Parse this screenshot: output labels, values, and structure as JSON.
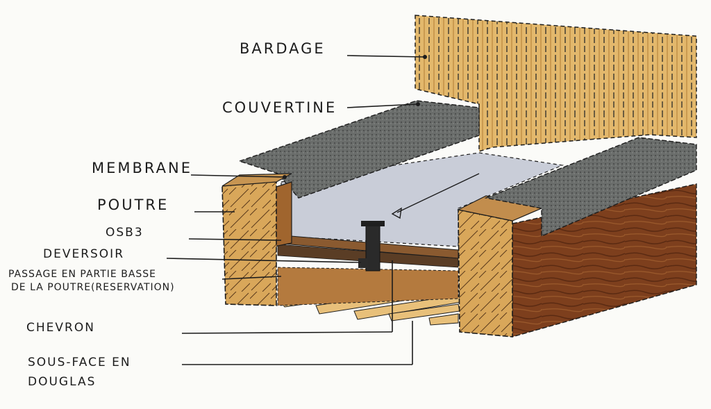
{
  "labels": {
    "bardage": "BARDAGE",
    "couvertine": "COUVERTINE",
    "membrane": "MEMBRANE",
    "poutre": "POUTRE",
    "osb3": "OSB3",
    "deversoir": "DEVERSOIR",
    "passage_line1": "PASSAGE EN PARTIE BASSE",
    "passage_line2": "DE LA POUTRE(RESERVATION)",
    "chevron": "CHEVRON",
    "sous_face_line1": "SOUS-FACE EN",
    "sous_face_line2": "DOUGLAS"
  },
  "colors": {
    "ink": "#1c1c1c",
    "bardage_wood": "#e2b66a",
    "beam_wood": "#d9a85a",
    "dark_wood": "#7a3d1c",
    "couvertine_grey": "#5c5f5d",
    "membrane_grey": "#c8ccd6",
    "paper": "#fbfbf8"
  }
}
